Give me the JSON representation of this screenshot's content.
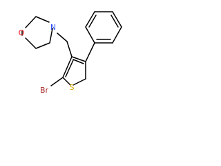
{
  "atoms": [
    {
      "id": "O1",
      "label": "O",
      "color": "#ff0d0d"
    },
    {
      "id": "N1",
      "label": "N",
      "color": "#3050f8"
    },
    {
      "id": "S1",
      "label": "S",
      "color": "#d9a400"
    },
    {
      "id": "Br1",
      "label": "Br",
      "color": "#a62929"
    }
  ]
}
